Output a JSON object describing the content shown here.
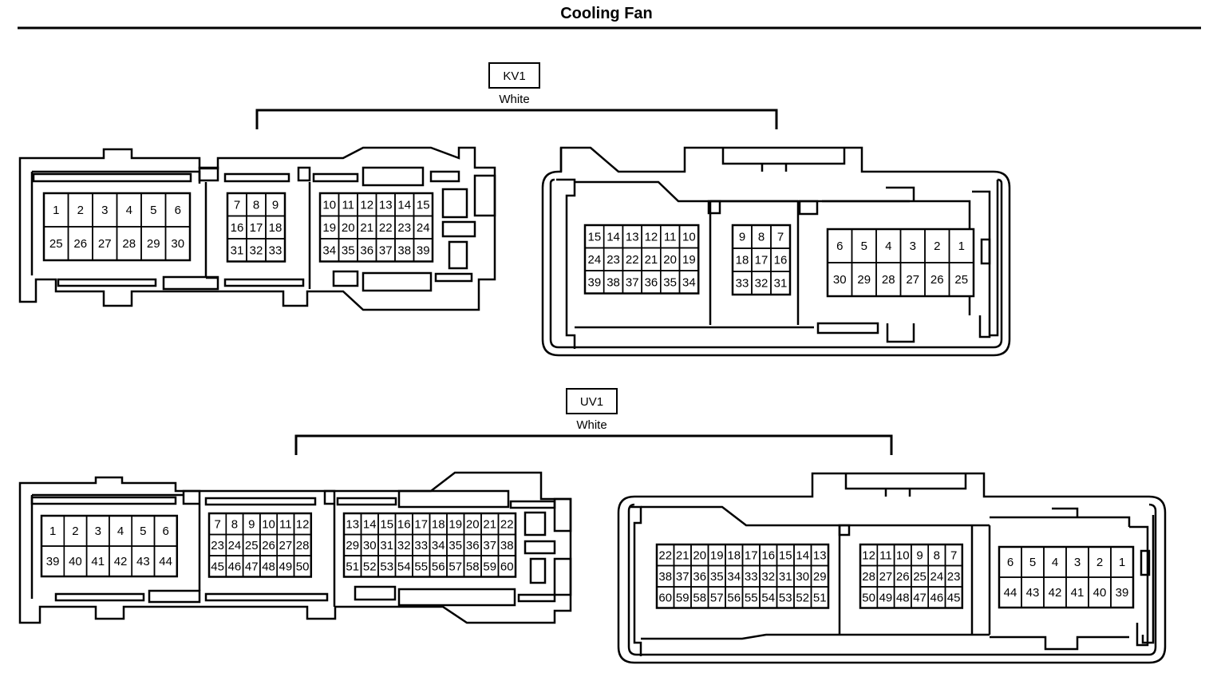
{
  "title": "Cooling Fan",
  "connectors": [
    {
      "id": "KV1",
      "color": "White",
      "female": [
        [
          [
            "1",
            "2",
            "3",
            "4",
            "5",
            "6"
          ],
          [
            "25",
            "26",
            "27",
            "28",
            "29",
            "30"
          ]
        ],
        [
          [
            "7",
            "8",
            "9"
          ],
          [
            "16",
            "17",
            "18"
          ],
          [
            "31",
            "32",
            "33"
          ]
        ],
        [
          [
            "10",
            "11",
            "12",
            "13",
            "14",
            "15"
          ],
          [
            "19",
            "20",
            "21",
            "22",
            "23",
            "24"
          ],
          [
            "34",
            "35",
            "36",
            "37",
            "38",
            "39"
          ]
        ]
      ],
      "male": [
        [
          [
            "15",
            "14",
            "13",
            "12",
            "11",
            "10"
          ],
          [
            "24",
            "23",
            "22",
            "21",
            "20",
            "19"
          ],
          [
            "39",
            "38",
            "37",
            "36",
            "35",
            "34"
          ]
        ],
        [
          [
            "9",
            "8",
            "7"
          ],
          [
            "18",
            "17",
            "16"
          ],
          [
            "33",
            "32",
            "31"
          ]
        ],
        [
          [
            "6",
            "5",
            "4",
            "3",
            "2",
            "1"
          ],
          [
            "30",
            "29",
            "28",
            "27",
            "26",
            "25"
          ]
        ]
      ]
    },
    {
      "id": "UV1",
      "color": "White",
      "female": [
        [
          [
            "1",
            "2",
            "3",
            "4",
            "5",
            "6"
          ],
          [
            "39",
            "40",
            "41",
            "42",
            "43",
            "44"
          ]
        ],
        [
          [
            "7",
            "8",
            "9",
            "10",
            "11",
            "12"
          ],
          [
            "23",
            "24",
            "25",
            "26",
            "27",
            "28"
          ],
          [
            "45",
            "46",
            "47",
            "48",
            "49",
            "50"
          ]
        ],
        [
          [
            "13",
            "14",
            "15",
            "16",
            "17",
            "18",
            "19",
            "20",
            "21",
            "22"
          ],
          [
            "29",
            "30",
            "31",
            "32",
            "33",
            "34",
            "35",
            "36",
            "37",
            "38"
          ],
          [
            "51",
            "52",
            "53",
            "54",
            "55",
            "56",
            "57",
            "58",
            "59",
            "60"
          ]
        ]
      ],
      "male": [
        [
          [
            "22",
            "21",
            "20",
            "19",
            "18",
            "17",
            "16",
            "15",
            "14",
            "13"
          ],
          [
            "38",
            "37",
            "36",
            "35",
            "34",
            "33",
            "32",
            "31",
            "30",
            "29"
          ],
          [
            "60",
            "59",
            "58",
            "57",
            "56",
            "55",
            "54",
            "53",
            "52",
            "51"
          ]
        ],
        [
          [
            "12",
            "11",
            "10",
            "9",
            "8",
            "7"
          ],
          [
            "28",
            "27",
            "26",
            "25",
            "24",
            "23"
          ],
          [
            "50",
            "49",
            "48",
            "47",
            "46",
            "45"
          ]
        ],
        [
          [
            "6",
            "5",
            "4",
            "3",
            "2",
            "1"
          ],
          [
            "44",
            "43",
            "42",
            "41",
            "40",
            "39"
          ]
        ]
      ]
    }
  ]
}
